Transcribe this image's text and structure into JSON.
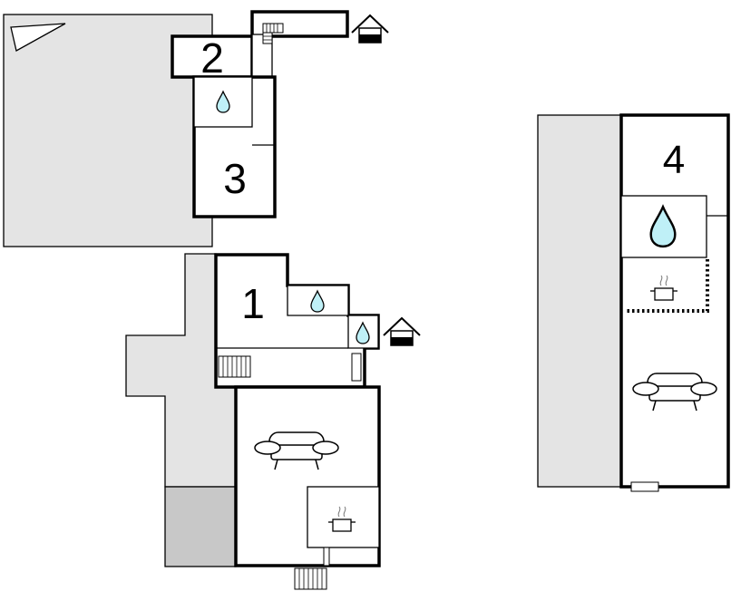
{
  "rooms": {
    "r1": "1",
    "r2": "2",
    "r3": "3",
    "r4": "4"
  },
  "icons": {
    "water": "water-drop-icon",
    "house": "house-entrance-icon",
    "sofa": "sofa-icon",
    "stove": "cooking-pot-icon",
    "stairs": "stairs-icon",
    "terrace": "terrace-triangle-icon"
  },
  "colors": {
    "terrace": "#e4e4e4",
    "dark_terrace": "#c8c8c8",
    "wall": "#000000",
    "water": "#bff0f7"
  }
}
